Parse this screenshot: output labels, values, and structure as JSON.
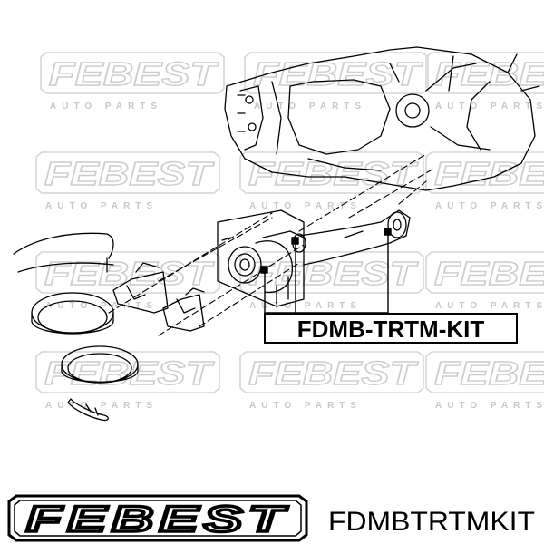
{
  "diagram": {
    "callout_label": "FDMB-TRTM-KIT"
  },
  "watermark": {
    "brand": "FEBEST",
    "tagline": "AUTO PARTS"
  },
  "footer": {
    "brand_logo": "FEBEST",
    "part_number": "FDMBTRTMKIT"
  },
  "colors": {
    "ink": "#000000",
    "watermark": "#d9d9d9",
    "background": "#ffffff"
  }
}
